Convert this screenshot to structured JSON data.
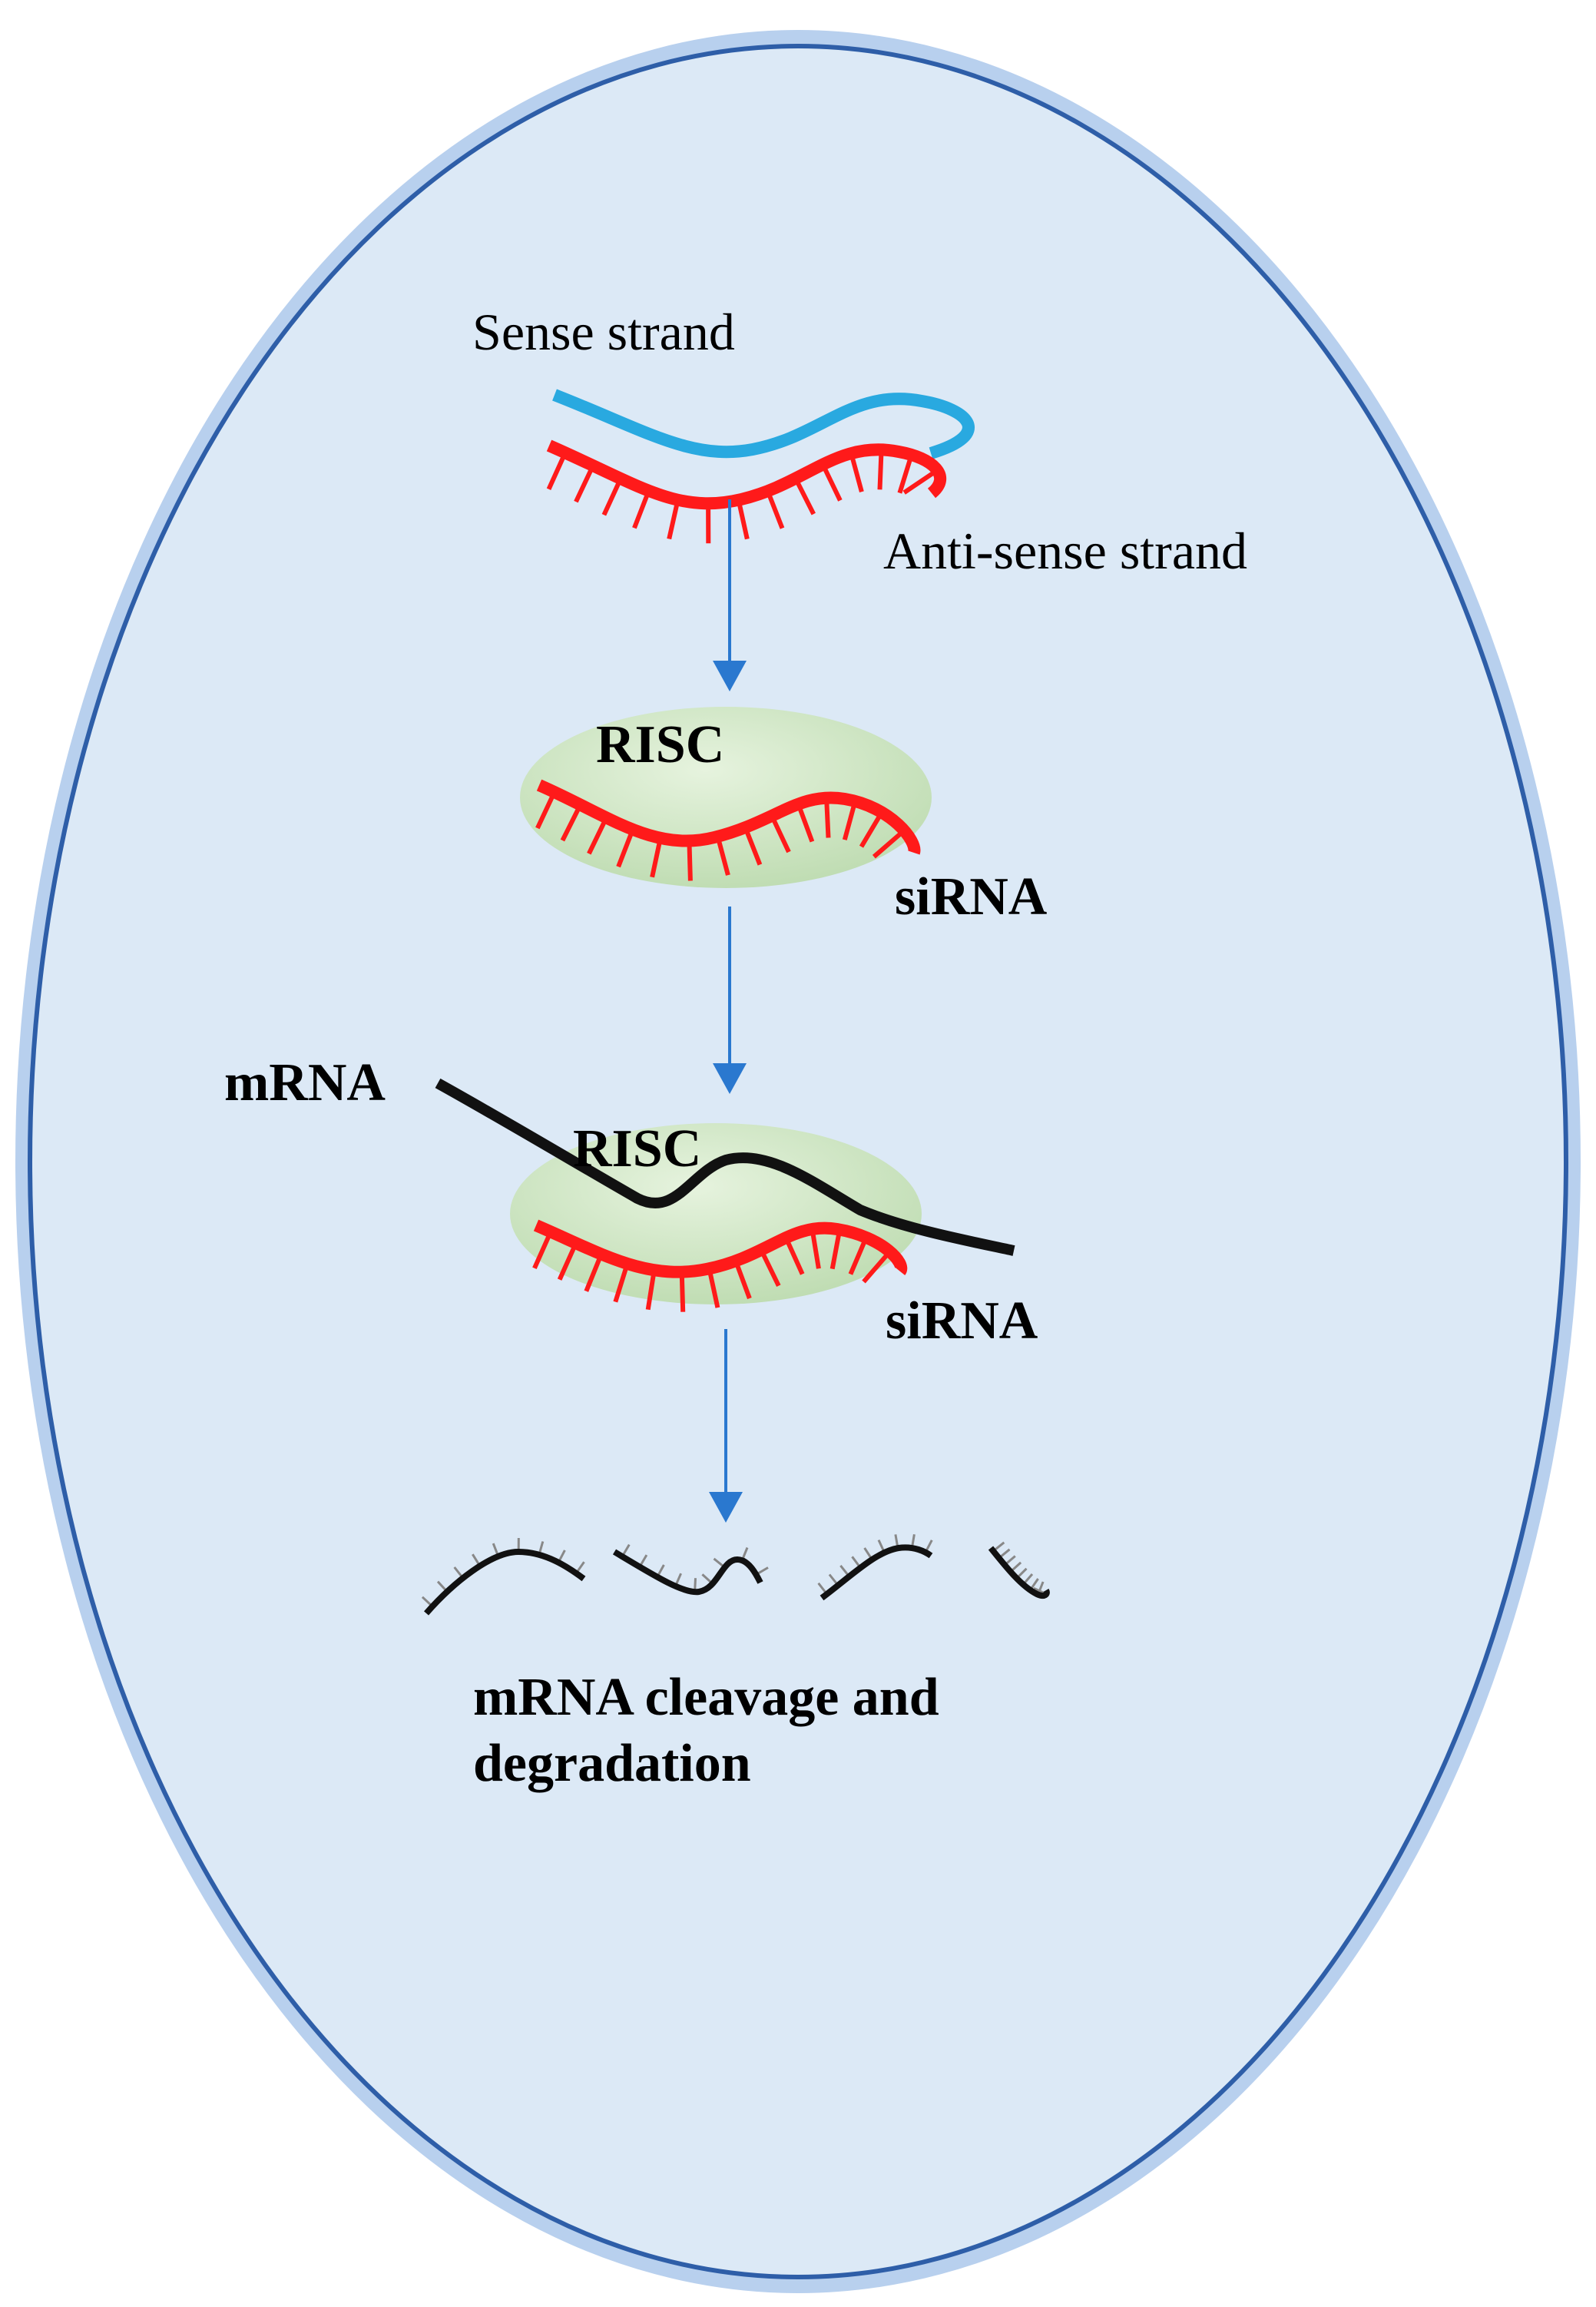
{
  "labels": {
    "sense_strand": "Sense strand",
    "antisense_strand": "Anti-sense strand",
    "risc_1": "RISC",
    "sirna_1": "siRNA",
    "mrna": "mRNA",
    "risc_2": "RISC",
    "sirna_2": "siRNA",
    "outcome_line1": "mRNA cleavage and",
    "outcome_line2": "degradation"
  },
  "colors": {
    "cell_fill": "#dce9f6",
    "cell_border": "#2e5ea8",
    "cell_glow": "#b8d0ee",
    "sense_strand": "#29a9e0",
    "antisense_strand": "#ff1a1a",
    "mrna": "#111111",
    "risc_fill": "#c8e2bc",
    "arrow": "#2a78cf",
    "fragment_ticks": "#888888"
  }
}
